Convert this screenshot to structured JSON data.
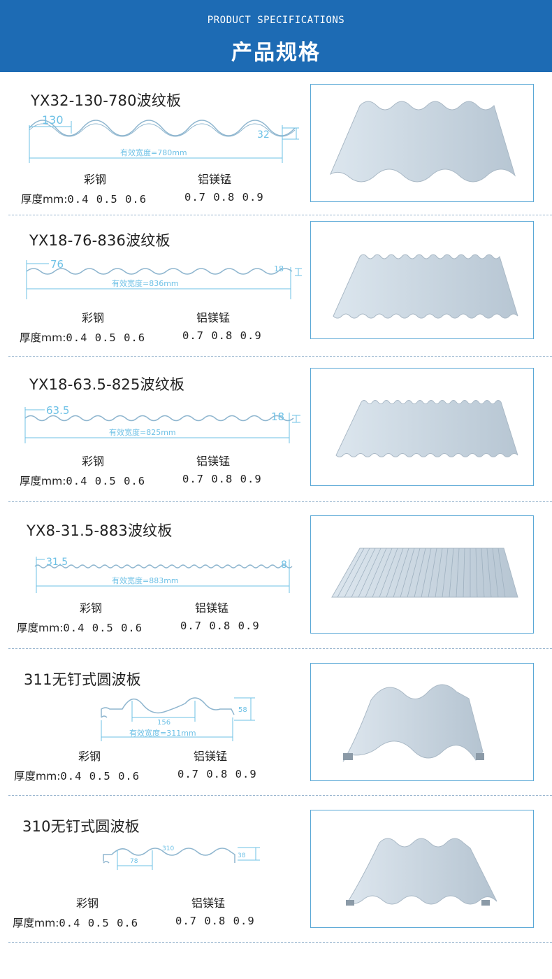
{
  "header": {
    "subtitle_en": "PRODUCT SPECIFICATIONS",
    "title_cn": "产品规格"
  },
  "products": [
    {
      "name": "YX32-130-780波纹板",
      "pitch": "130",
      "height": "32",
      "effective_width": "有效宽度=780mm",
      "material_1": "彩钢",
      "material_2": "铝镁锰",
      "thickness_label": "厚度mm:",
      "thickness_1": "0.4 0.5 0.6",
      "thickness_2": "0.7 0.8 0.9"
    },
    {
      "name": "YX18-76-836波纹板",
      "pitch": "76",
      "height": "18",
      "effective_width": "有效宽度=836mm",
      "material_1": "彩钢",
      "material_2": "铝镁锰",
      "thickness_label": "厚度mm:",
      "thickness_1": "0.4 0.5 0.6",
      "thickness_2": "0.7 0.8 0.9"
    },
    {
      "name": "YX18-63.5-825波纹板",
      "pitch": "63.5",
      "height": "18",
      "effective_width": "有效宽度=825mm",
      "material_1": "彩钢",
      "material_2": "铝镁锰",
      "thickness_label": "厚度mm:",
      "thickness_1": "0.4 0.5 0.6",
      "thickness_2": "0.7 0.8 0.9"
    },
    {
      "name": "YX8-31.5-883波纹板",
      "pitch": "31.5",
      "height": "8",
      "effective_width": "有效宽度=883mm",
      "material_1": "彩钢",
      "material_2": "铝镁锰",
      "thickness_label": "厚度mm:",
      "thickness_1": "0.4 0.5 0.6",
      "thickness_2": "0.7 0.8 0.9"
    },
    {
      "name": "311无钉式圆波板",
      "pitch": "156",
      "height": "58",
      "effective_width": "有效宽度=311mm",
      "material_1": "彩钢",
      "material_2": "铝镁锰",
      "thickness_label": "厚度mm:",
      "thickness_1": "0.4 0.5 0.6",
      "thickness_2": "0.7 0.8 0.9"
    },
    {
      "name": "310无钉式圆波板",
      "pitch": "78",
      "width_mark": "310",
      "height": "38",
      "material_1": "彩钢",
      "material_2": "铝镁锰",
      "thickness_label": "厚度mm:",
      "thickness_1": "0.4 0.5 0.6",
      "thickness_2": "0.7 0.8 0.9"
    }
  ],
  "colors": {
    "header_bg": "#1d6bb4",
    "dimension_line": "#6ec1e6",
    "photo_border": "#5aa8d6",
    "sheet": "#cdd8e2"
  }
}
